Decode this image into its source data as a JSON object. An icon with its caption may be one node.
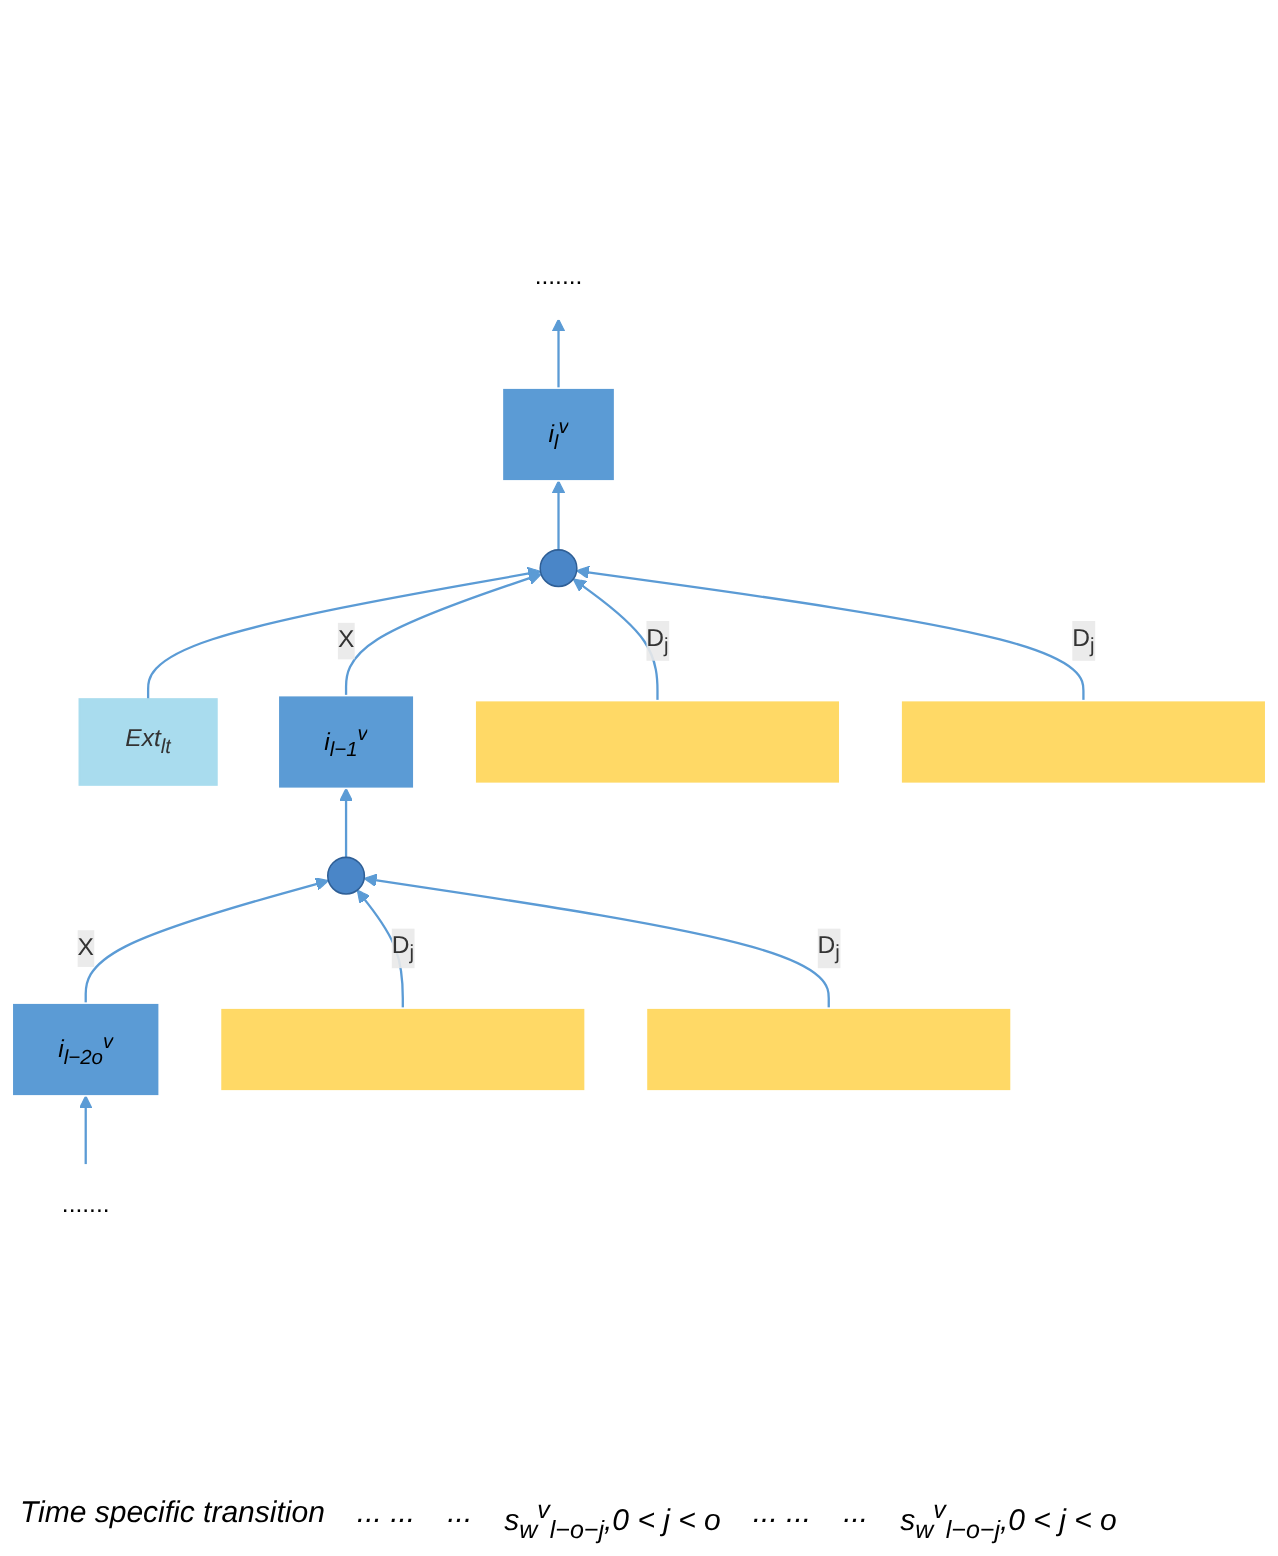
{
  "diagram": {
    "nodes": [
      {
        "text": [
          "......."
        ]
      },
      {
        "text": [
          "i$_{l}$$^{v}$"
        ]
      },
      {
        "text": [
          "Ext$_{lt}$"
        ]
      },
      {
        "text": [],
        "shape": "circle"
      },
      {
        "text": [
          "i$_{l−1}$$^{v}$"
        ]
      },
      {
        "text": [],
        "shape": "bar"
      },
      {
        "text": [],
        "shape": "bar"
      },
      {
        "text": [],
        "shape": "circle"
      },
      {
        "text": [
          "i$_{l−2o}$$^{v}$"
        ]
      },
      {
        "text": [],
        "shape": "bar"
      },
      {
        "text": [],
        "shape": "bar"
      },
      {
        "text": [
          "......."
        ]
      }
    ],
    "edges": [
      {
        "from": 1,
        "to": 0,
        "arrow": "to"
      },
      {
        "from": 3,
        "to": 1,
        "arrow": "to"
      },
      {
        "from": 2,
        "to": 3,
        "arrow": "to"
      },
      {
        "from": 4,
        "to": 3,
        "arrow": "to",
        "label": "X"
      },
      {
        "from": 5,
        "to": 3,
        "arrow": "to",
        "label": "D$_{j}$"
      },
      {
        "from": 6,
        "to": 3,
        "arrow": "to",
        "label": "D$_{j}$"
      },
      {
        "from": 7,
        "to": 4,
        "arrow": "to"
      },
      {
        "from": 8,
        "to": 7,
        "arrow": "to",
        "label": "X"
      },
      {
        "from": 9,
        "to": 7,
        "arrow": "to",
        "label": "D$_{j}$"
      },
      {
        "from": 10,
        "to": 7,
        "arrow": "to",
        "label": "D$_{j}$"
      },
      {
        "from": 11,
        "to": 8,
        "arrow": "to"
      }
    ],
    "labels": [
      "Time specific transition",
      "... ...",
      "...",
      "s$_{w}$$^{v}$$_{l−o−j}$,0 < j < o",
      "... ...",
      "...",
      "s$_{w}$$^{v}$$_{l−o−j}$,0 < j < o"
    ]
  }
}
